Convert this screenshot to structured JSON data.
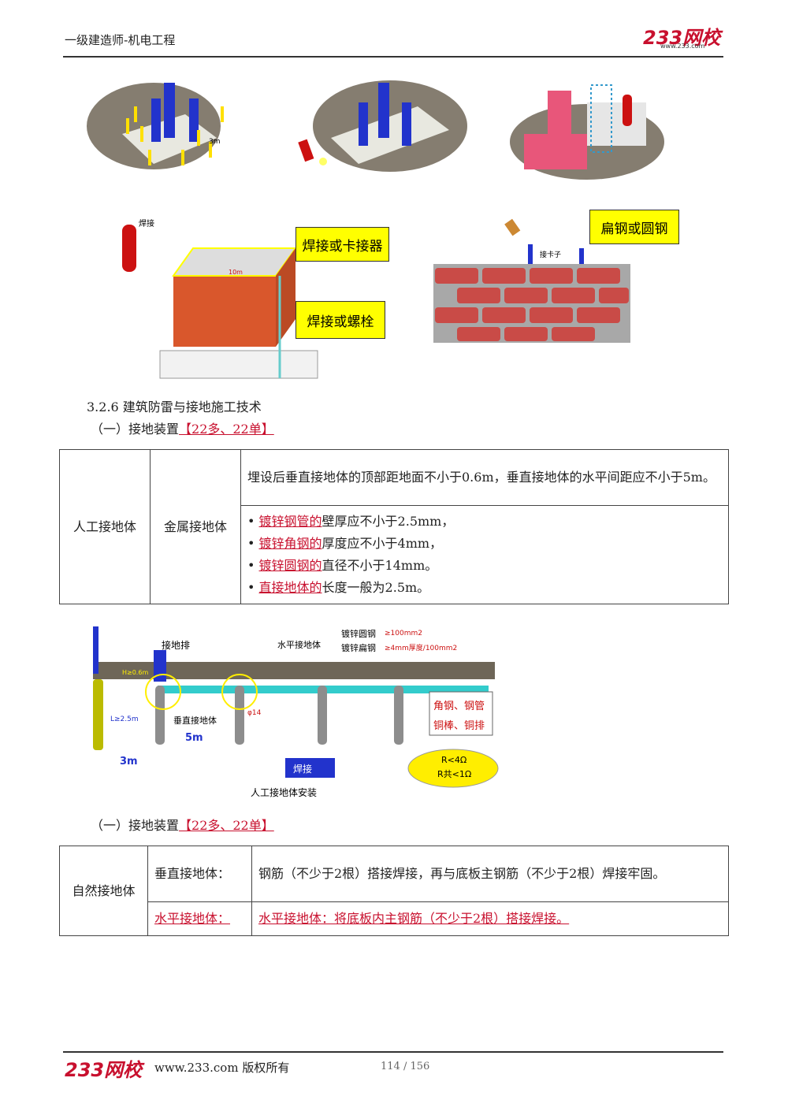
{
  "header": {
    "title": "一级建造师-机电工程",
    "logo": "233网校",
    "logo_url": "www.233.com"
  },
  "figures": {
    "callout1": "焊接或卡接器",
    "callout2": "焊接或螺栓",
    "callout3": "扁钢或圆钢",
    "fig_label_weld": "焊接",
    "fig_label_10m": "10m",
    "fig_label_3m_top": "3m",
    "fig_label_jiekazi": "接卡子"
  },
  "section1": {
    "heading": "3.2.6 建筑防雷与接地施工技术",
    "sub_prefix": "（一）接地装置",
    "sub_tag": "【22多、22单】"
  },
  "table1": {
    "col1": "人工接地体",
    "col2": "金属接地体",
    "row1": "埋设后垂直接地体的顶部距地面不小于0.6m，垂直接地体的水平间距应不小于5m。",
    "bullets": [
      {
        "em": "镀锌钢管的",
        "rest": "壁厚应不小于2.5mm，"
      },
      {
        "em": "镀锌角钢的",
        "rest": "厚度应不小于4mm，"
      },
      {
        "em": "镀锌圆钢的",
        "rest": "直径不小于14mm。"
      },
      {
        "em": "直接地体的",
        "rest": "长度一般为2.5m。"
      }
    ]
  },
  "diagram": {
    "jiedipai": "接地排",
    "shuiping": "水平接地体",
    "spec1_name": "镀锌圆钢",
    "spec1_val": "≥100mm2",
    "spec2_name": "镀锌扁钢",
    "spec2_val": "≥4mm厚度/100mm2",
    "h_label": "H≥0.6m",
    "l_label": "L≥2.5m",
    "chuizhi": "垂直接地体",
    "phi": "φ14",
    "dist5": "5m",
    "dist3": "3m",
    "box_line1": "角钢、钢管",
    "box_line2": "铜棒、铜排",
    "weld": "焊接",
    "r1": "R<4Ω",
    "r2": "R共<1Ω",
    "caption": "人工接地体安装"
  },
  "section2": {
    "sub_prefix": "（一）接地装置",
    "sub_tag": "【22多、22单】"
  },
  "table2": {
    "col1": "自然接地体",
    "r1_label": "垂直接地体：",
    "r1_text": "钢筋（不少于2根）搭接焊接，再与底板主钢筋（不少于2根）焊接牢固。",
    "r2_label": "水平接地体：",
    "r2_text": "水平接地体：将底板内主钢筋（不少于2根）搭接焊接。"
  },
  "footer": {
    "logo": "233网校",
    "site": "www.233.com 版权所有",
    "page": "114 / 156"
  }
}
